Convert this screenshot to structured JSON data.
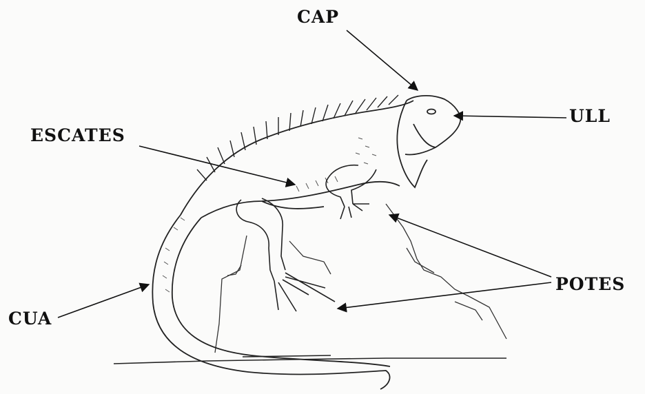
{
  "labels": {
    "cap": "CAP",
    "ull": "ULL",
    "escates": "ESCATES",
    "potes": "POTES",
    "cua": "CUA"
  },
  "colors": {
    "ink": "#111111",
    "paper": "#fbfbfa"
  }
}
